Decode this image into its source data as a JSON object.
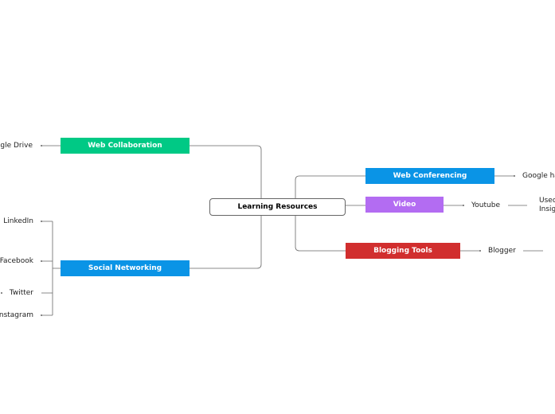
{
  "colors": {
    "line": "#666666",
    "web_collaboration": "#00c985",
    "social_networking": "#0a94e6",
    "web_conferencing": "#0a94e6",
    "video": "#b36cf2",
    "blogging_tools": "#d12e2e"
  },
  "root": {
    "label": "Learning Resources"
  },
  "branches": {
    "web_collaboration": {
      "label": "Web Collaboration",
      "leaves": [
        "gle Drive"
      ]
    },
    "social_networking": {
      "label": "Social Networking",
      "leaves": [
        "LinkedIn",
        "Facebook",
        "Twitter",
        "nstagram"
      ]
    },
    "web_conferencing": {
      "label": "Web Conferencing",
      "leaves": [
        "Google ha"
      ]
    },
    "video": {
      "label": "Video",
      "leaves": [
        "Youtube"
      ],
      "subleaf": [
        "Usec",
        "Insig"
      ]
    },
    "blogging_tools": {
      "label": "Blogging Tools",
      "leaves": [
        "Blogger"
      ]
    }
  }
}
